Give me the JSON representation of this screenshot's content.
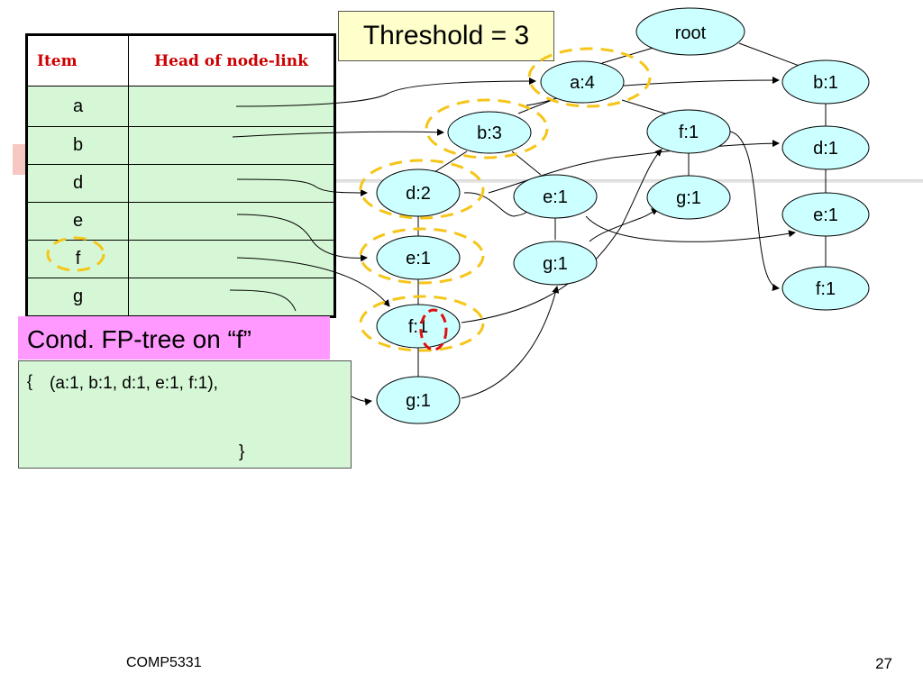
{
  "threshold": "Threshold = 3",
  "table": {
    "headers": [
      "Item",
      "Head of node-link"
    ],
    "items": [
      "a",
      "b",
      "d",
      "e",
      "f",
      "g"
    ]
  },
  "conditional": {
    "title": "Cond. FP-tree on “f”",
    "open_brace": "{",
    "line1": "(a:1, b:1, d:1, e:1, f:1),",
    "close_brace": "}"
  },
  "nodes": {
    "root": "root",
    "a4": "a:4",
    "b3": "b:3",
    "d2": "d:2",
    "e1_left": "e:1",
    "f1_left": "f:1",
    "g1_bottom": "g:1",
    "e1_mid": "e:1",
    "g1_mid": "g:1",
    "f1_mid": "f:1",
    "g1_right_mid": "g:1",
    "b1_right": "b:1",
    "d1_right": "d:1",
    "e1_right": "e:1",
    "f1_right": "f:1"
  },
  "footer": {
    "course": "COMP5331",
    "page": "27"
  },
  "colors": {
    "node_fill": "#ccffff",
    "highlight_yellow": "#f5c518",
    "highlight_red": "#e01010",
    "table_fill": "#d6f7d6",
    "header_text": "#cc0000",
    "threshold_fill": "#ffffcc",
    "cond_title_fill": "#ff99ff"
  }
}
